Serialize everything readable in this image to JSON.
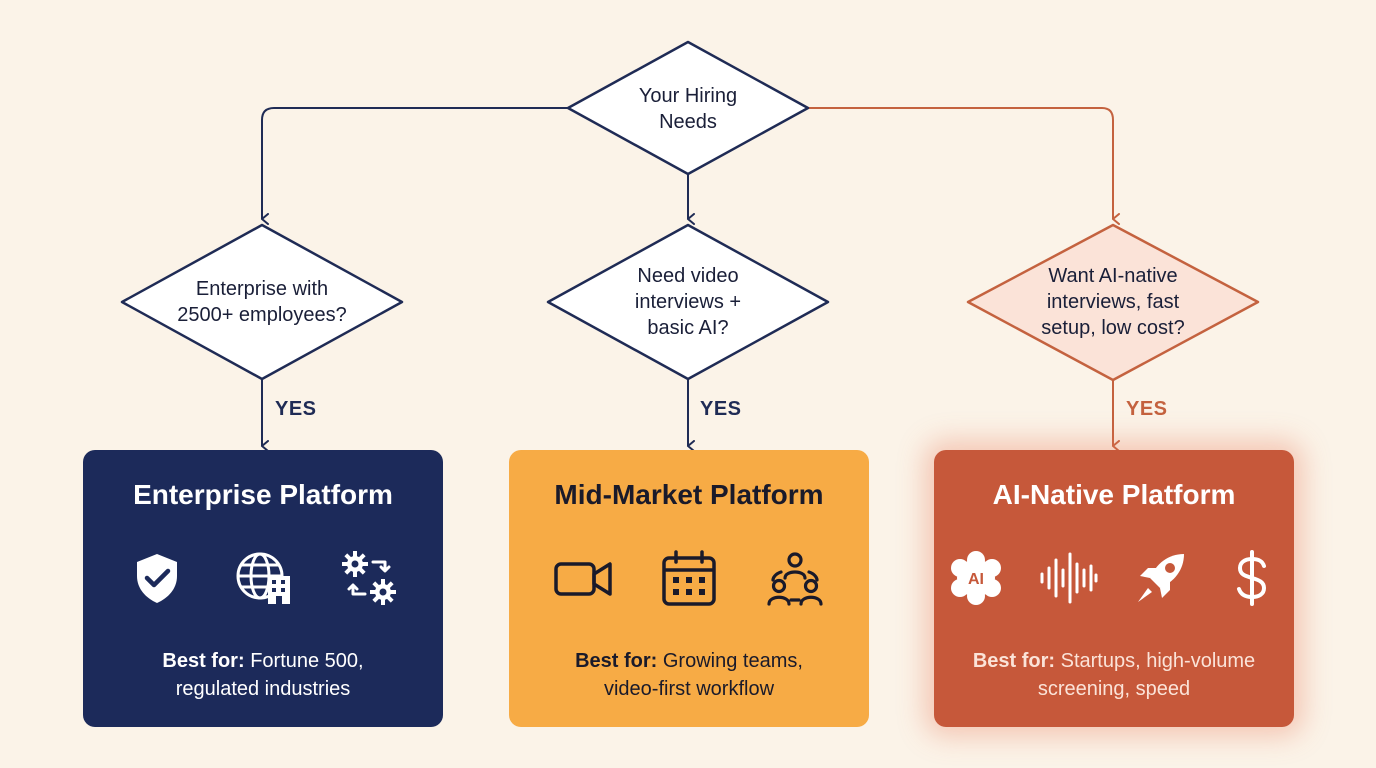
{
  "root": {
    "lines": [
      "Your Hiring",
      "Needs"
    ]
  },
  "decisions": [
    {
      "lines": [
        "Enterprise with",
        "2500+ employees?"
      ],
      "yes": "YES"
    },
    {
      "lines": [
        "Need video",
        "interviews +",
        "basic AI?"
      ],
      "yes": "YES"
    },
    {
      "lines": [
        "Want AI-native",
        "interviews, fast",
        "setup, low cost?"
      ],
      "yes": "YES"
    }
  ],
  "cards": [
    {
      "title": "Enterprise Platform",
      "icons": [
        "shield-check-icon",
        "globe-building-icon",
        "gears-sync-icon"
      ],
      "best_label": "Best for:",
      "best_line1": "Fortune 500,",
      "best_line2": "regulated industries"
    },
    {
      "title": "Mid-Market Platform",
      "icons": [
        "video-camera-icon",
        "calendar-icon",
        "team-icon"
      ],
      "best_label": "Best for:",
      "best_line1": "Growing teams,",
      "best_line2": "video-first workflow"
    },
    {
      "title": "AI-Native Platform",
      "icons": [
        "ai-brain-icon",
        "sound-wave-icon",
        "rocket-icon",
        "dollar-icon"
      ],
      "ai_badge": "AI",
      "best_label": "Best for:",
      "best_line1": "Startups, high-volume",
      "best_line2": "screening, speed"
    }
  ],
  "colors": {
    "background": "#fbf3e8",
    "navy": "#1c2a5a",
    "orange": "#f7ab45",
    "rust": "#c6583a",
    "connector_navy": "#1f2b55",
    "connector_rust": "#c4623f"
  }
}
